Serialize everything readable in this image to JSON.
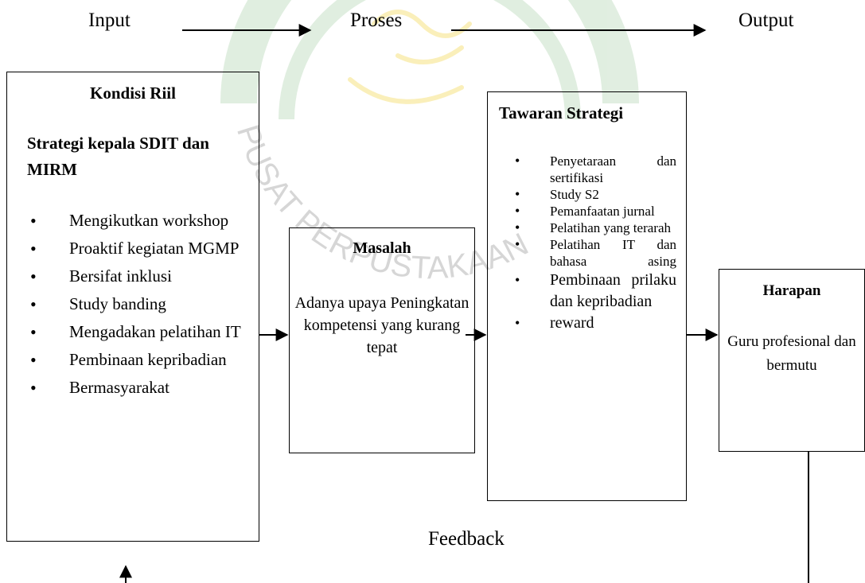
{
  "header": {
    "input": "Input",
    "proses": "Proses",
    "output": "Output"
  },
  "watermark_text": "PUSAT PERPUSTAKAAN",
  "kondisi": {
    "title": "Kondisi Riil",
    "subtitle": "Strategi kepala SDIT dan MIRM",
    "items": [
      "Mengikutkan workshop",
      "Proaktif kegiatan MGMP",
      "Bersifat inklusi",
      "Study banding",
      "Mengadakan pelatihan IT",
      "Pembinaan kepribadian",
      "Bermasyarakat"
    ]
  },
  "masalah": {
    "title": "Masalah",
    "body": "Adanya upaya Peningkatan kompetensi yang kurang tepat"
  },
  "tawaran": {
    "title": "Tawaran Strategi",
    "items": [
      "Penyetaraan dan sertifikasi",
      "Study S2",
      "Pemanfaatan jurnal",
      "Pelatihan yang terarah",
      "Pelatihan IT dan bahasa asing",
      "Pembinaan prilaku dan kepribadian",
      "reward"
    ]
  },
  "harapan": {
    "title": "Harapan",
    "body": "Guru profesional dan bermutu"
  },
  "feedback": "Feedback",
  "colors": {
    "watermark_green": "#2a8a2a",
    "watermark_yellow": "#f2d23c",
    "watermark_text": "#d2d2d2"
  }
}
